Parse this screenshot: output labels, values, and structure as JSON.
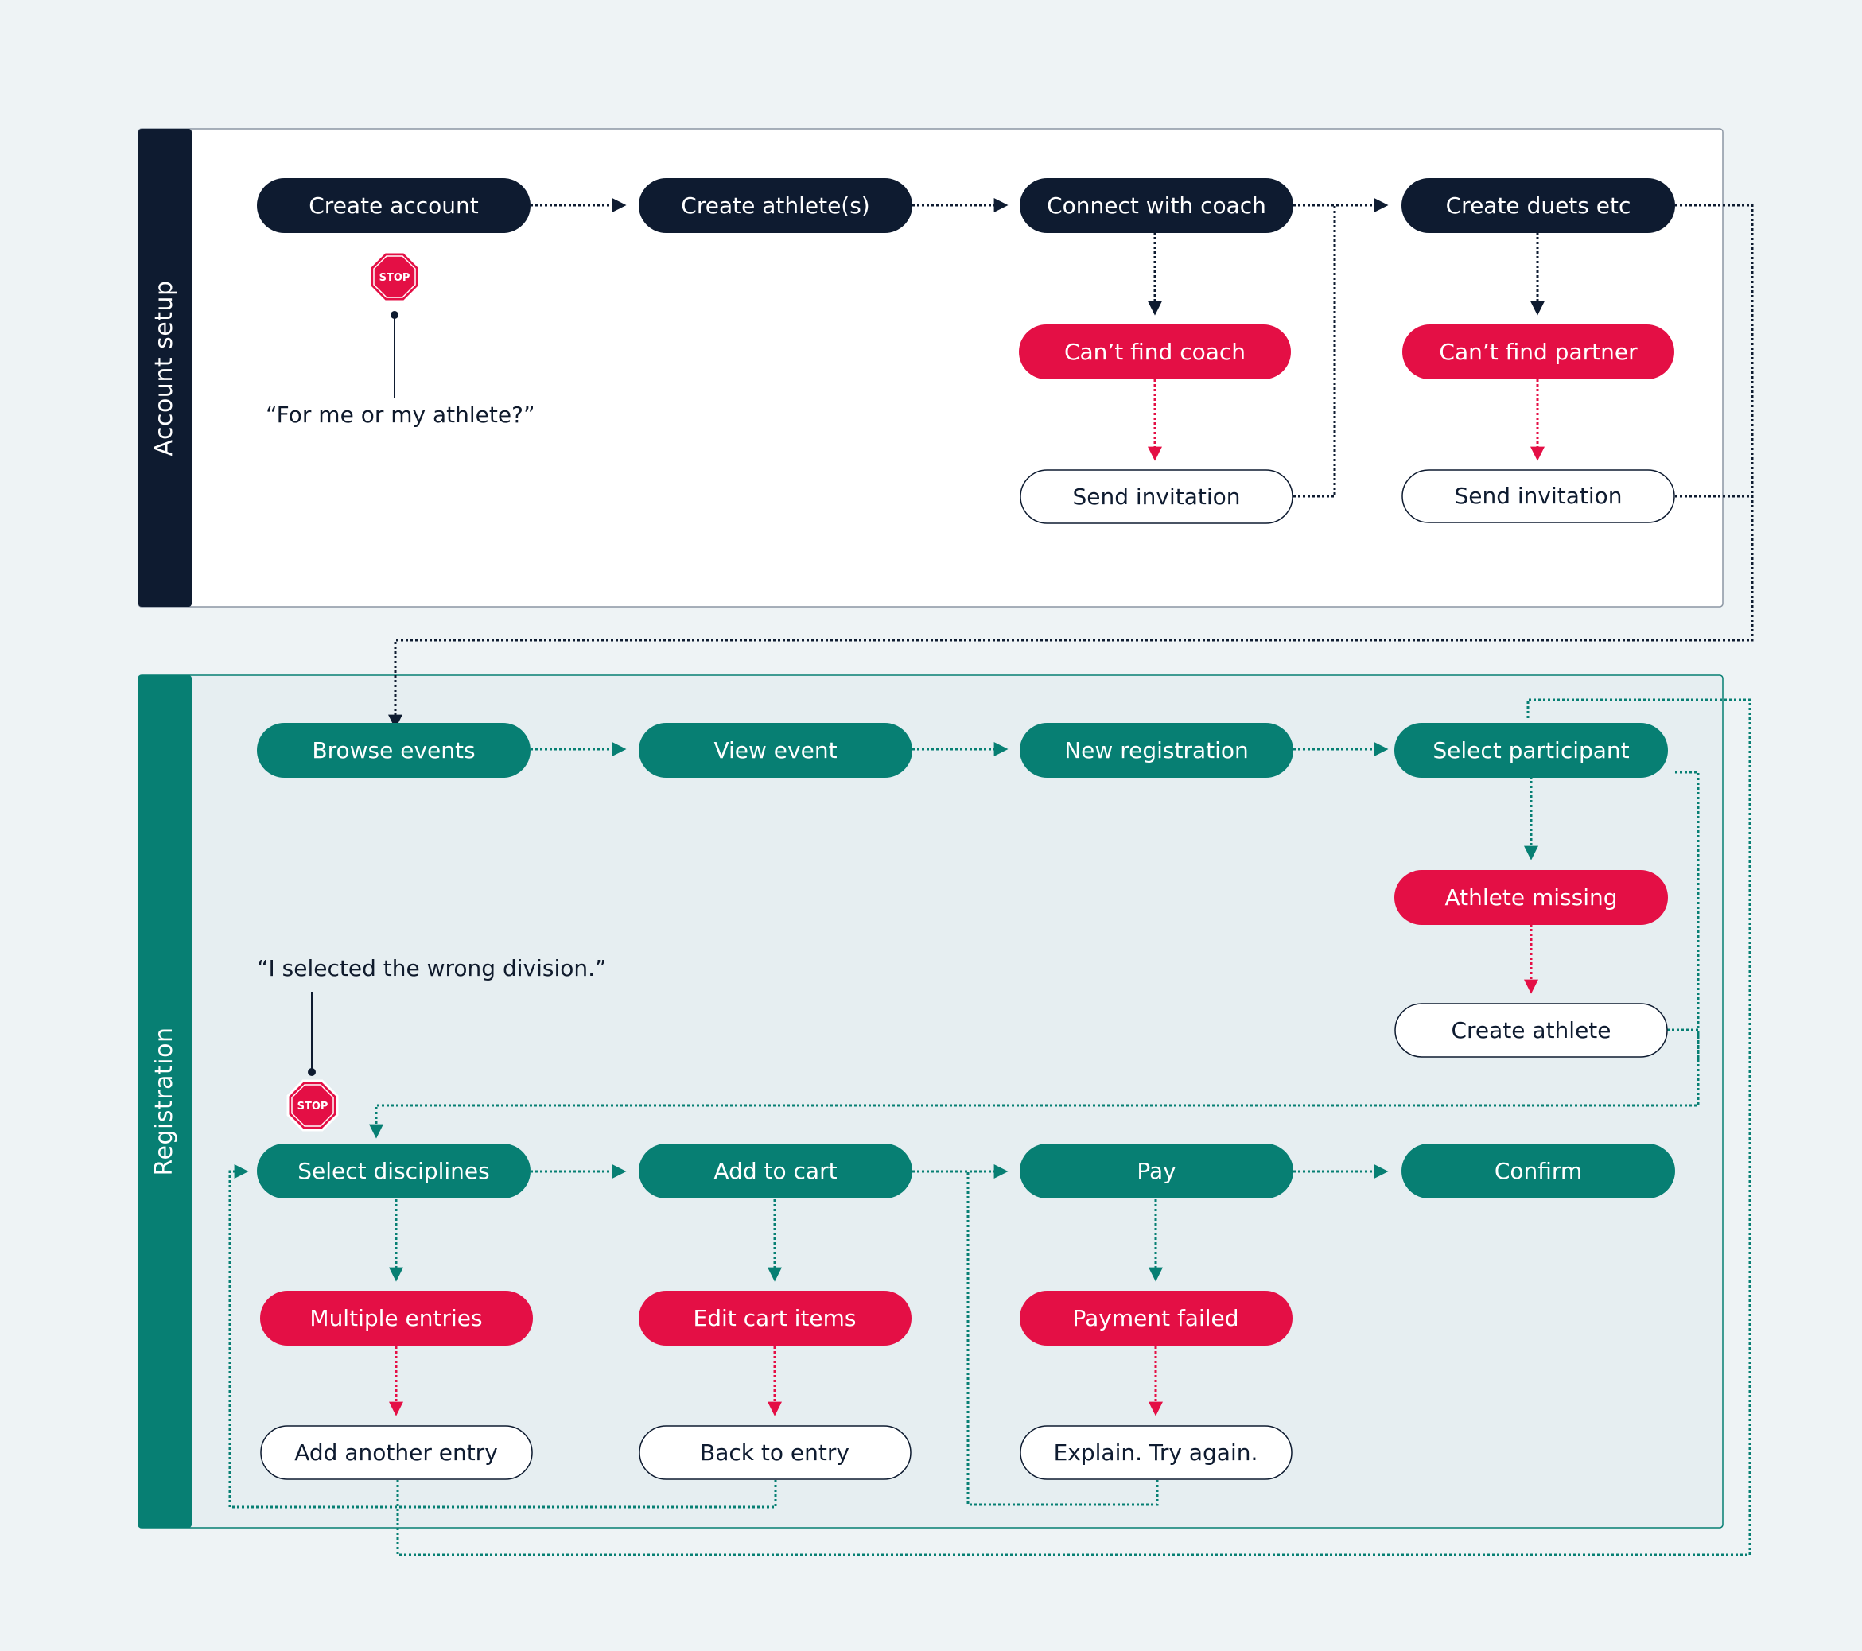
{
  "colors": {
    "navy": "#0e1b30",
    "teal": "#077f73",
    "red": "#e40f45",
    "white": "#ffffff",
    "page_bg": "#eef3f5",
    "lane2_bg": "#e6eef1"
  },
  "lanes": {
    "account_setup": {
      "label": "Account setup"
    },
    "registration": {
      "label": "Registration"
    }
  },
  "account_setup": {
    "create_account": "Create account",
    "create_athletes": "Create athlete(s)",
    "connect_with_coach": "Connect with coach",
    "create_duets": "Create duets etc",
    "cant_find_coach": "Can’t find coach",
    "cant_find_partner": "Can’t find partner",
    "send_invitation_coach": "Send invitation",
    "send_invitation_partner": "Send invitation",
    "quote": "“For me or my athlete?”",
    "stop_sign": "STOP"
  },
  "registration": {
    "browse_events": "Browse events",
    "view_event": "View event",
    "new_registration": "New registration",
    "select_participant": "Select participant",
    "athlete_missing": "Athlete missing",
    "create_athlete": "Create athlete",
    "select_disciplines": "Select disciplines",
    "add_to_cart": "Add to cart",
    "pay": "Pay",
    "confirm": "Confirm",
    "multiple_entries": "Multiple entries",
    "edit_cart_items": "Edit cart items",
    "payment_failed": "Payment failed",
    "add_another_entry": "Add another entry",
    "back_to_entry": "Back to entry",
    "explain_try_again": "Explain. Try again.",
    "quote": "“I selected the wrong division.”",
    "stop_sign": "STOP"
  }
}
